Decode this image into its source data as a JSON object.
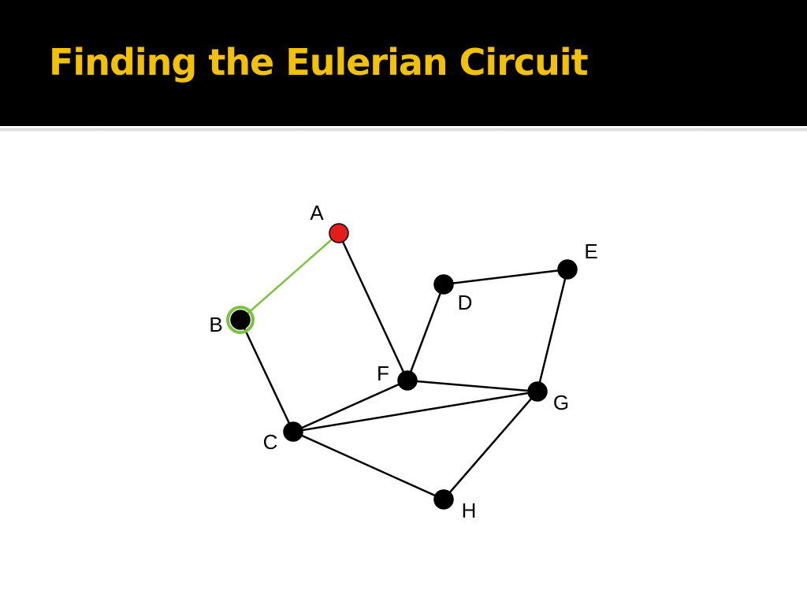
{
  "slide": {
    "title": "Finding the Eulerian Circuit",
    "title_color": "#f2c200",
    "background_color": "#ffffff",
    "header_color": "#000000"
  },
  "graph": {
    "nodes": [
      {
        "id": "A",
        "label": "A",
        "state": "current",
        "color": "#e41c1c"
      },
      {
        "id": "B",
        "label": "B",
        "state": "highlighted",
        "color": "#000000",
        "ring_color": "#7cc242"
      },
      {
        "id": "C",
        "label": "C",
        "state": "default",
        "color": "#000000"
      },
      {
        "id": "D",
        "label": "D",
        "state": "default",
        "color": "#000000"
      },
      {
        "id": "E",
        "label": "E",
        "state": "default",
        "color": "#000000"
      },
      {
        "id": "F",
        "label": "F",
        "state": "default",
        "color": "#000000"
      },
      {
        "id": "G",
        "label": "G",
        "state": "default",
        "color": "#000000"
      },
      {
        "id": "H",
        "label": "H",
        "state": "default",
        "color": "#000000"
      }
    ],
    "edges": [
      {
        "from": "A",
        "to": "B",
        "traversed": true,
        "color": "#7cc242"
      },
      {
        "from": "A",
        "to": "F",
        "traversed": false,
        "color": "#000000"
      },
      {
        "from": "B",
        "to": "C",
        "traversed": false,
        "color": "#000000"
      },
      {
        "from": "C",
        "to": "F",
        "traversed": false,
        "color": "#000000"
      },
      {
        "from": "C",
        "to": "G",
        "traversed": false,
        "color": "#000000"
      },
      {
        "from": "C",
        "to": "H",
        "traversed": false,
        "color": "#000000"
      },
      {
        "from": "F",
        "to": "D",
        "traversed": false,
        "color": "#000000"
      },
      {
        "from": "F",
        "to": "G",
        "traversed": false,
        "color": "#000000"
      },
      {
        "from": "D",
        "to": "E",
        "traversed": false,
        "color": "#000000"
      },
      {
        "from": "E",
        "to": "G",
        "traversed": false,
        "color": "#000000"
      },
      {
        "from": "G",
        "to": "H",
        "traversed": false,
        "color": "#000000"
      }
    ]
  }
}
